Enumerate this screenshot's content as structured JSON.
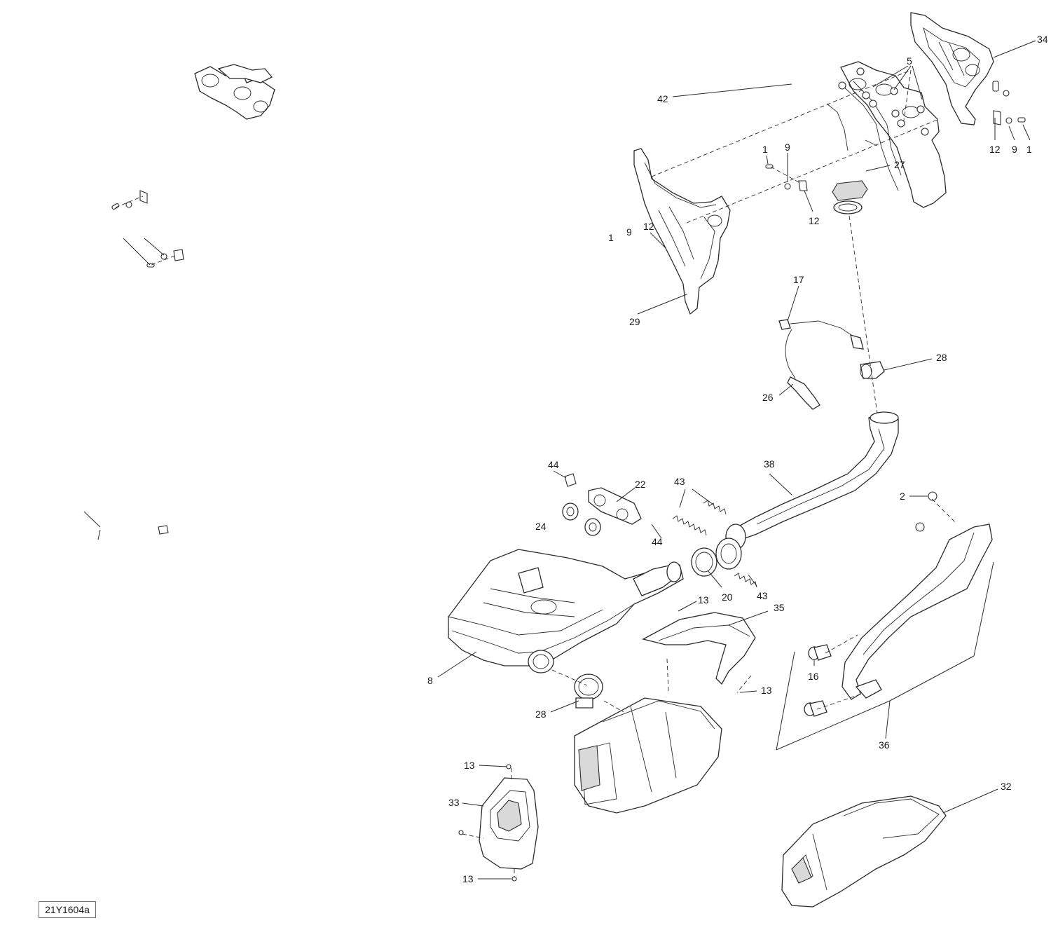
{
  "diagram": {
    "drawing_code": "21Y1604a",
    "labels": {
      "exhaust_manifold_gasket": "42",
      "exhaust_manifold": "27",
      "heat_shield_upper": "34",
      "heat_shield_left": "29",
      "nut_group": "5",
      "screw_right": "1",
      "washer_right": "9",
      "nut_clip_right": "12",
      "screw_center": "1",
      "washer_center": "9",
      "nut_clip_center": "12",
      "screw_left": "1",
      "washer_left": "9",
      "nut_clip_left": "12",
      "sensor_clip": "17",
      "oxygen_sensor": "26",
      "clamp_upper": "28",
      "exhaust_pipe": "38",
      "spring_upper": "43",
      "spring_lower": "43",
      "muffler_bracket": "22",
      "bolt_top": "44",
      "bolt_bottom": "44",
      "rubber_mounts": "24",
      "seal_ring": "20",
      "muffler": "8",
      "clamp_lower": "28",
      "screw_heat_top": "13",
      "heat_guard": "35",
      "screw_heat_side": "13",
      "support_bracket": "36",
      "bracket_bolts": "2",
      "bracket_bushings": "16",
      "screw_tip_top": "13",
      "tail_cover": "33",
      "screw_tip_bottom": "13",
      "muffler_cover": "32"
    }
  }
}
